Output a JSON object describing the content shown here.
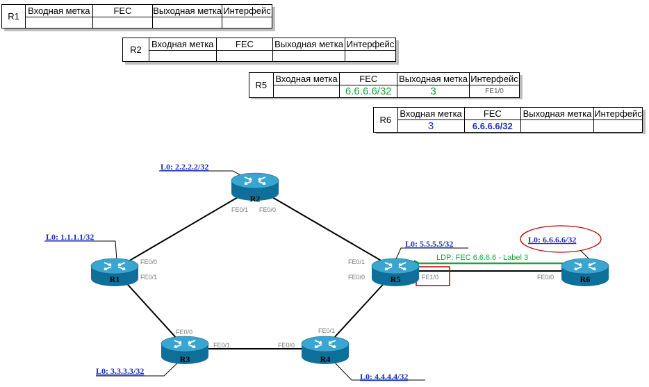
{
  "tables": [
    {
      "id": "r1",
      "router": "R1",
      "headers": [
        "Входная метка",
        "FEC",
        "Выходная метка",
        "Интерфейс"
      ],
      "values": [
        "",
        "",
        "",
        ""
      ]
    },
    {
      "id": "r2",
      "router": "R2",
      "headers": [
        "Входная метка",
        "FEC",
        "Выходная метка",
        "Интерфейс"
      ],
      "values": [
        "",
        "",
        "",
        ""
      ]
    },
    {
      "id": "r5",
      "router": "R5",
      "headers": [
        "Входная метка",
        "FEC",
        "Выходная метка",
        "Интерфейс"
      ],
      "values": [
        "",
        "6.6.6.6/32",
        "3",
        "FE1/0"
      ]
    },
    {
      "id": "r6",
      "router": "R6",
      "headers": [
        "Входная метка",
        "FEC",
        "Выходная метка",
        "Интерфейс"
      ],
      "values": [
        "3",
        "6.6.6.6/32",
        "",
        ""
      ]
    }
  ],
  "routers": {
    "r1": {
      "name": "R1",
      "loopback": "L0: 1.1.1.1/32"
    },
    "r2": {
      "name": "R2",
      "loopback": "L0: 2.2.2.2/32"
    },
    "r3": {
      "name": "R3",
      "loopback": "L0: 3.3.3.3/32"
    },
    "r4": {
      "name": "R4",
      "loopback": "L0: 4.4.4.4/32"
    },
    "r5": {
      "name": "R5",
      "loopback": "L0: 5.5.5.5/32"
    },
    "r6": {
      "name": "R6",
      "loopback": "L0: 6.6.6.6/32"
    }
  },
  "interfaces": {
    "r1_fe00": "FE0/0",
    "r1_fe01": "FE0/1",
    "r2_fe01": "FE0/1",
    "r2_fe00": "FE0/0",
    "r3_fe00": "FE0/0",
    "r3_fe01": "FE0/1",
    "r4_fe00": "FE0/0",
    "r4_fe01": "FE0/1",
    "r5_fe01": "FE0/1",
    "r5_fe00": "FE0/0",
    "r5_fe10": "FE1/0",
    "r6_fe00": "FE0/0"
  },
  "ldp_message": "LDP: FEC 6.6.6.6 - Label 3",
  "colors": {
    "router_top": "#3aa6cf",
    "router_side": "#0e6f9a",
    "ldp_arrow": "#1aa53a",
    "highlight_box": "#c00000",
    "loopback_text": "#1b2fbf"
  }
}
